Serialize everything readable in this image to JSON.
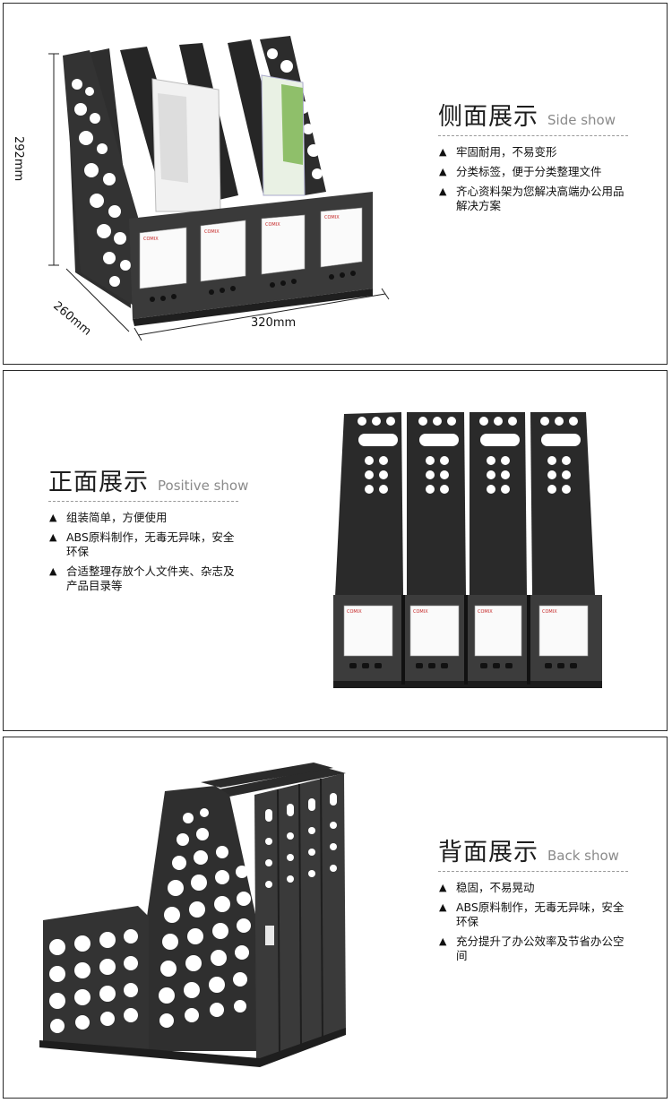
{
  "sections": [
    {
      "title_cn": "侧面展示",
      "title_en": "Side show",
      "features": [
        "牢固耐用，不易变形",
        "分类标签，便于分类整理文件",
        "齐心资料架为您解决高端办公用品解决方案"
      ],
      "dimensions": {
        "height": "292mm",
        "depth": "260mm",
        "width": "320mm"
      }
    },
    {
      "title_cn": "正面展示",
      "title_en": "Positive show",
      "features": [
        "组装简单，方便使用",
        "ABS原料制作，无毒无异味，安全环保",
        "合适整理存放个人文件夹、杂志及产品目录等"
      ]
    },
    {
      "title_cn": "背面展示",
      "title_en": "Back show",
      "features": [
        "稳固，不易晃动",
        "ABS原料制作，无毒无异味，安全环保",
        "充分提升了办公效率及节省办公空间"
      ]
    }
  ],
  "bullet_icon": "triangle-up-icon",
  "product_color": "#2b2b2b",
  "label_brand": "COMIX"
}
